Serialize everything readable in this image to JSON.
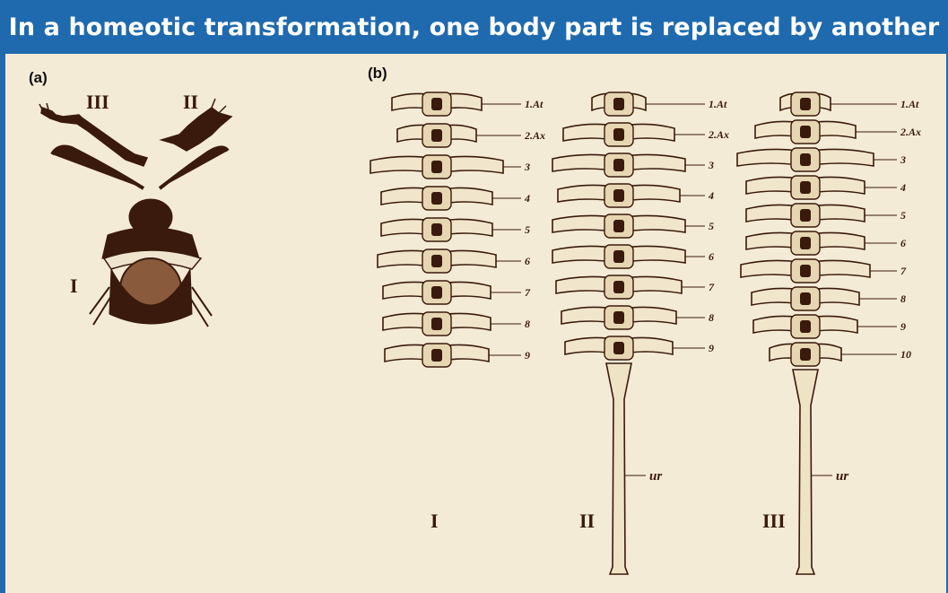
{
  "title": "In a homeotic transformation, one body part is replaced by another",
  "panel_a": {
    "label": "(a)",
    "roman_labels": {
      "iii": "III",
      "ii": "II",
      "i": "I"
    }
  },
  "panel_b": {
    "label": "(b)",
    "skeletons": [
      {
        "roman": "I",
        "labels": [
          "1.At",
          "2.Ax",
          "3",
          "4",
          "5",
          "6",
          "7",
          "8",
          "9"
        ]
      },
      {
        "roman": "II",
        "labels": [
          "1.At",
          "2.Ax",
          "3",
          "4",
          "5",
          "6",
          "7",
          "8",
          "9"
        ],
        "ur": "ur"
      },
      {
        "roman": "III",
        "labels": [
          "1.At",
          "2.Ax",
          "3",
          "4",
          "5",
          "6",
          "7",
          "8",
          "9",
          "10"
        ],
        "ur": "ur"
      }
    ]
  },
  "colors": {
    "banner": "#1f6aae",
    "banner_text": "#ffffff",
    "plate": "#f4ebd6",
    "ink": "#3a1a0c"
  }
}
